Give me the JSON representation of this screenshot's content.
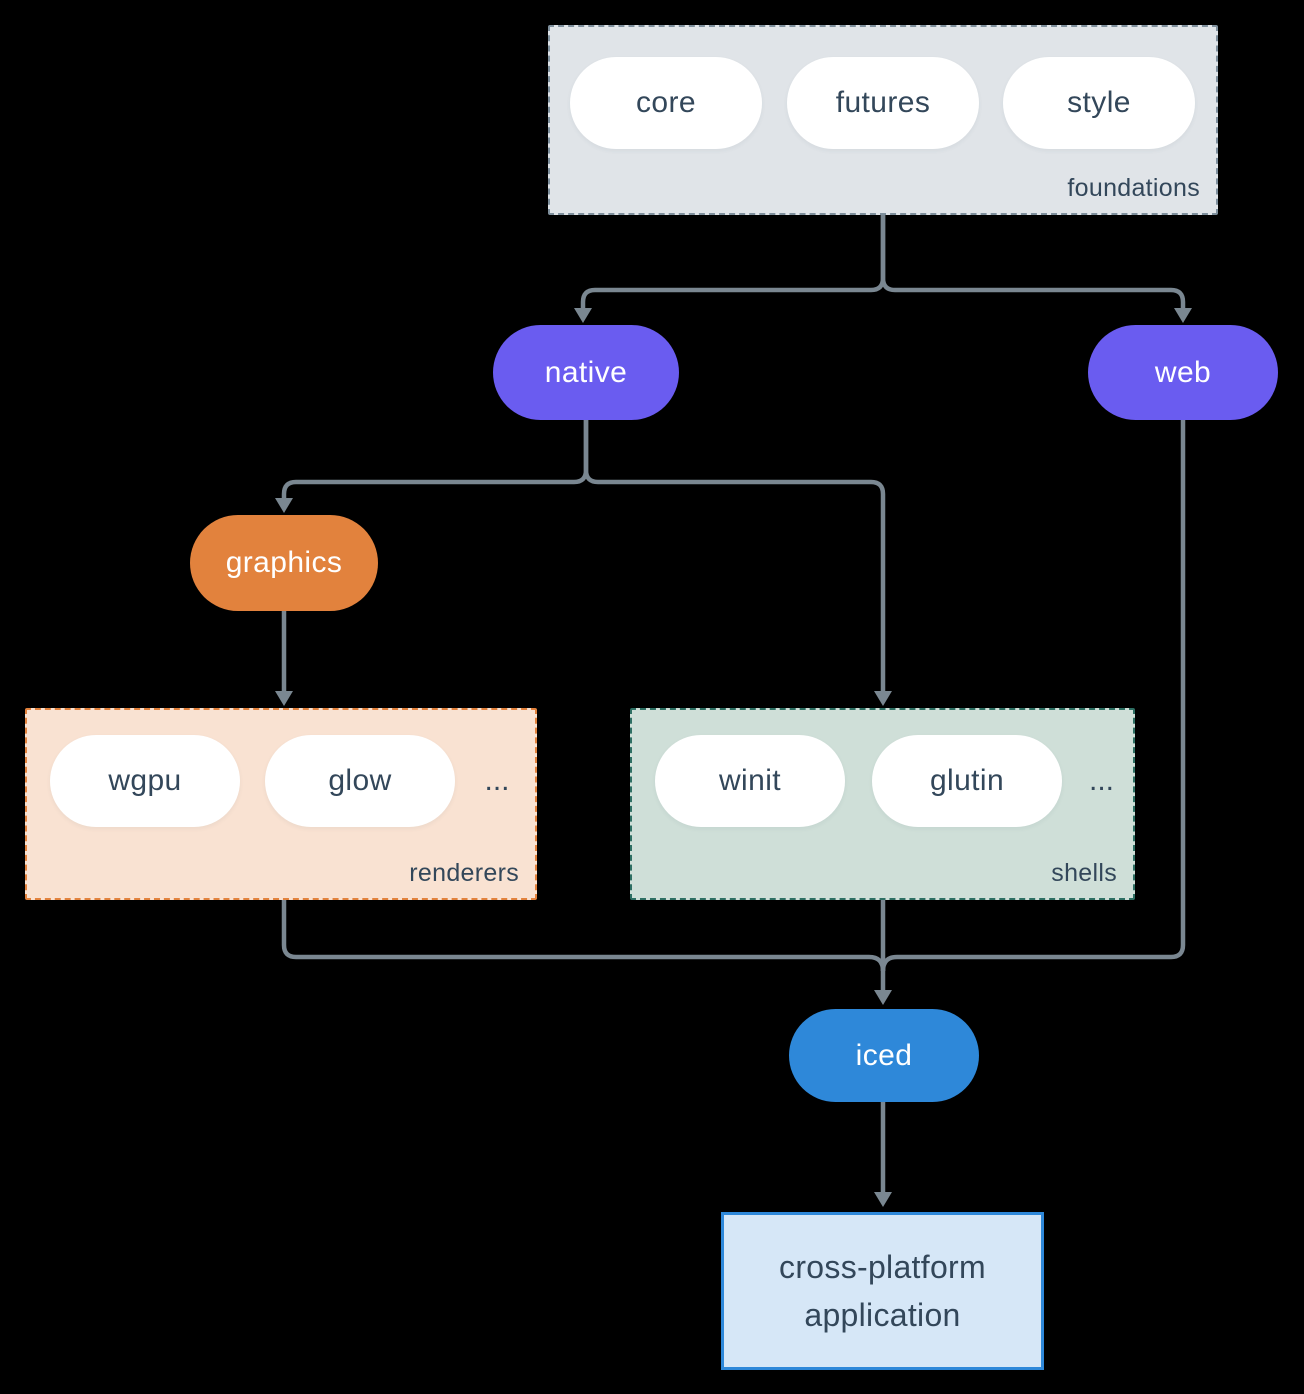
{
  "groups": {
    "foundations": {
      "label": "foundations",
      "items": [
        "core",
        "futures",
        "style"
      ],
      "fill": "#e0e4e8",
      "border": "#7f909d"
    },
    "renderers": {
      "label": "renderers",
      "items": [
        "wgpu",
        "glow"
      ],
      "more": "...",
      "fill": "#f9e2d2",
      "border": "#e2823d"
    },
    "shells": {
      "label": "shells",
      "items": [
        "winit",
        "glutin"
      ],
      "more": "...",
      "fill": "#cfdfd8",
      "border": "#2e6f63"
    }
  },
  "nodes": {
    "native": {
      "label": "native",
      "fill": "#6a5cf0"
    },
    "web": {
      "label": "web",
      "fill": "#6a5cf0"
    },
    "graphics": {
      "label": "graphics",
      "fill": "#e2823d"
    },
    "iced": {
      "label": "iced",
      "fill": "#2e88d9"
    },
    "application": {
      "label_lines": [
        "cross-platform",
        "application"
      ],
      "fill": "#d6e7f7",
      "border": "#2e88d9"
    }
  },
  "edges": [
    {
      "from": "foundations",
      "to": "native"
    },
    {
      "from": "foundations",
      "to": "web"
    },
    {
      "from": "native",
      "to": "graphics"
    },
    {
      "from": "native",
      "to": "shells"
    },
    {
      "from": "graphics",
      "to": "renderers"
    },
    {
      "from": "renderers",
      "to": "iced"
    },
    {
      "from": "shells",
      "to": "iced"
    },
    {
      "from": "web",
      "to": "iced"
    },
    {
      "from": "iced",
      "to": "application"
    }
  ],
  "colors": {
    "background": "#000000",
    "connector": "#7a8791",
    "text_dark": "#33475a",
    "pill_white": "#ffffff"
  }
}
